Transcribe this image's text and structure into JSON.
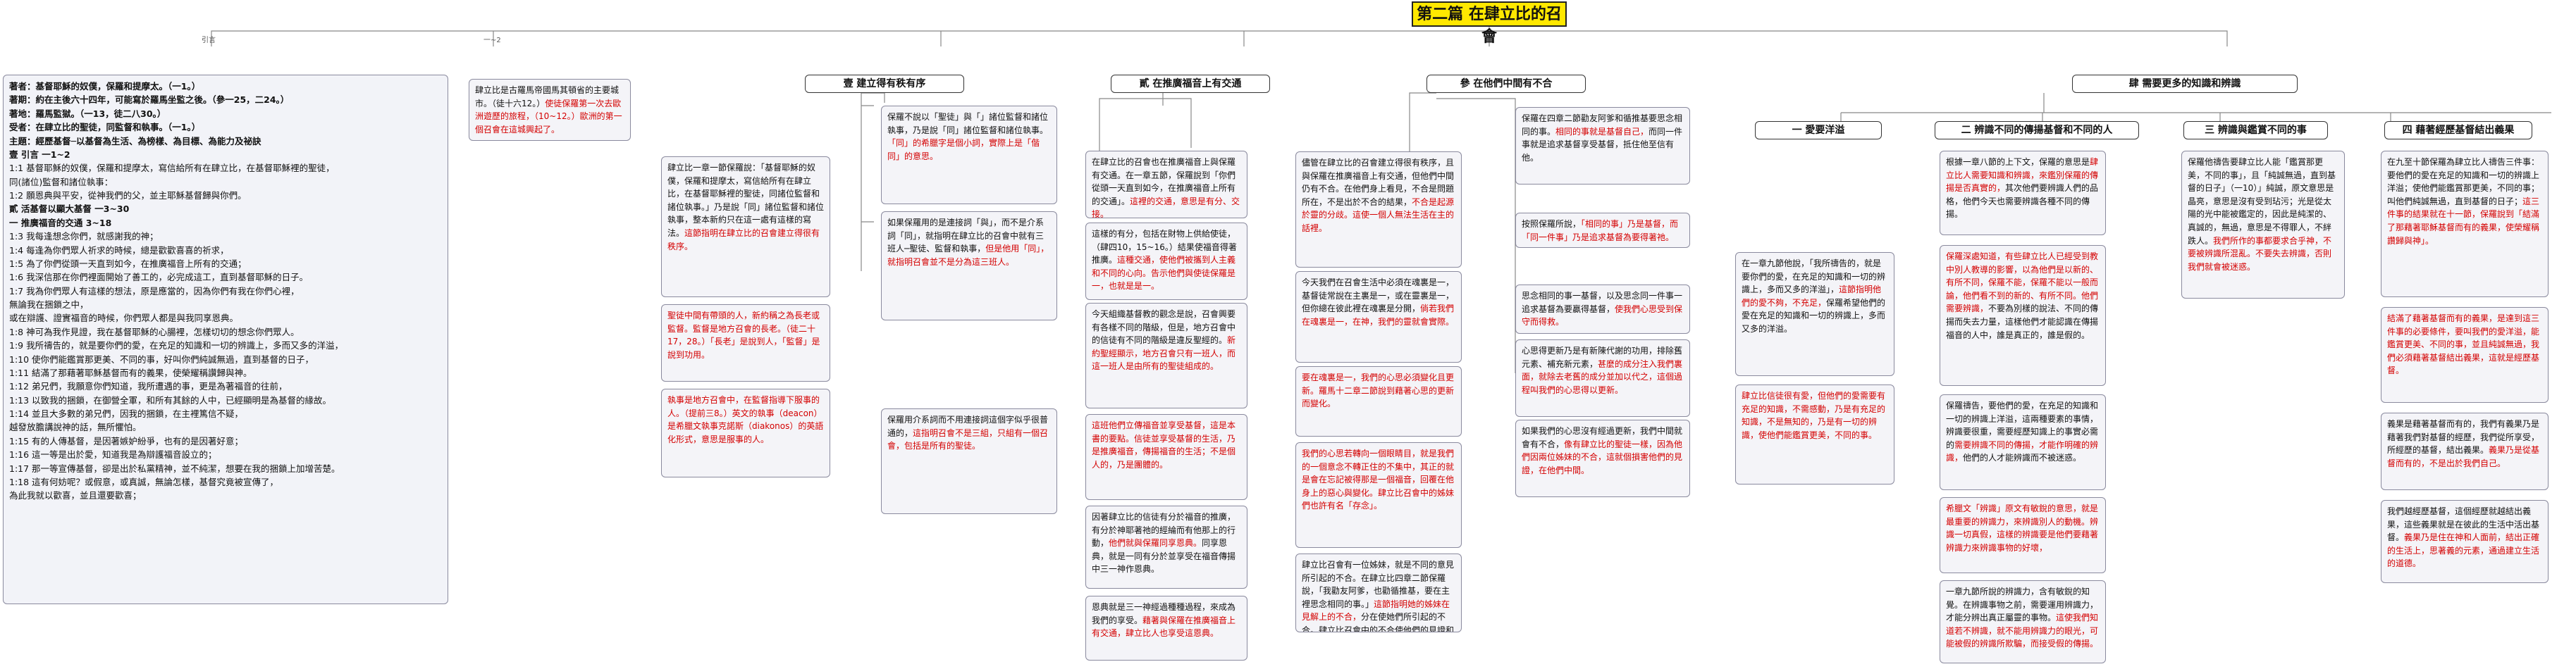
{
  "root_title": "第二篇 在肆立比的召會",
  "edge_labels": {
    "yin": "引言",
    "one_two": "一~2"
  },
  "intro": {
    "head": [
      {
        "k": "著者：",
        "v": "基督耶穌的奴僕，保羅和提摩太。（一1。）"
      },
      {
        "k": "著期：",
        "v": "約在主後六十四年，可能寫於羅馬坐監之後。（參一25，二24。）"
      },
      {
        "k": "著地：",
        "v": "羅馬監獄。（一13，徒二八30。）"
      },
      {
        "k": "受者：",
        "v": "在肆立比的聖徒，同監督和執事。（一1。）"
      },
      {
        "k": "主題：",
        "v": "經歷基督─以基督為生活、為榜樣、為目標、為能力及祕訣"
      }
    ],
    "lines": [
      "壹  引言  一1~2",
      "1:1  基督耶穌的奴僕，保羅和提摩太，寫信給所有在肆立比，在基督耶穌裡的聖徒，",
      "同(諸位)監督和諸位執事：",
      "1:2  願恩典與平安，從神我們的父，並主耶穌基督歸與你們。",
      "貳  活基督以顯大基督  一3~30",
      "一  推廣福音的交通  3~18",
      "1:3  我每逢想念你們，就感謝我的神；",
      "1:4  每逢為你們眾人祈求的時候，總是歡歡喜喜的祈求，",
      "1:5  為了你們從頭一天直到如今，在推廣福音上所有的交通；",
      "1:6  我深信那在你們裡面開始了善工的，必完成這工，直到基督耶穌的日子。",
      "1:7  我為你們眾人有這樣的想法，原是應當的，因為你們有我在你們心裡，",
      "無論我在捆鎖之中，",
      "或在辯護、證實福音的時候，你們眾人都是與我同享恩典。",
      "1:8  神可為我作見證，我在基督耶穌的心腸裡，怎樣切切的想念你們眾人。",
      "1:9  我所禱告的，就是要你們的愛，在充足的知識和一切的辨識上，多而又多的洋溢，",
      "1:10  使你們能鑑賞那更美、不同的事，好叫你們純誠無過，直到基督的日子，",
      "1:11  結滿了那藉著耶穌基督而有的義果，使榮耀稱讚歸與神。",
      "1:12  弟兄們，我願意你們知道，我所遭遇的事，更是為著福音的往前，",
      "1:13  以致我的捆鎖，在御營全軍，和所有其餘的人中，已經顯明是為基督的緣故。",
      "1:14  並且大多數的弟兄們，因我的捆鎖，在主裡篤信不疑，",
      "越發放膽講說神的話，無所懼怕。",
      "1:15  有的人傳基督，是因著嫉妒紛爭，也有的是因著好意；",
      "1:16  這一等是出於愛，知道我是為辯護福音設立的；",
      "1:17  那一等宣傳基督，卻是出於私黨精神，並不純潔，想要在我的捆鎖上加增苦楚。",
      "1:18  這有何妨呢？或假意，或真誠，無論怎樣，基督究竟被宣傳了，",
      "為此我就以歡喜，並且還要歡喜；"
    ]
  },
  "city": [
    {
      "t": "肆立比是古羅馬帝國馬其頓省的主要城市。（徒十六12。）"
    },
    {
      "t": "使徒保羅第一次去歐洲遊歷的旅程，（10~12。）歐洲的第一個召會在這城興起了。",
      "hl": true
    }
  ],
  "branches": [
    {
      "title": "壹  建立得有秩有序",
      "notes": [
        [
          {
            "t": "肆立比一章一節保羅說：「基督耶穌的奴僕，保羅和提摩太，寫信給所有在肆立比，在基督耶穌裡的聖徒，同諸位監督和諸位執事。」乃是說「同」諸位監督和諸位執事，整本新約只在這一處有這樣的寫法。"
          },
          {
            "t": "這節指明在肆立比的召會建立得很有秩序。",
            "hl": true
          }
        ],
        [
          {
            "t": "聖徒中間有帶頭的人，新約稱之為長老或監督。監督是地方召會的長老。（徒二十17，28。）「長老」是說到人，「監督」是說到功用。",
            "hl": true
          }
        ],
        [
          {
            "t": "執事是地方召會中，在監督指導下服事的人。（提前三8。）英文的執事（deacon）是希臘文執事克諾斯（diakonos）的英語化形式，意思是服事的人。",
            "hl": true
          }
        ]
      ],
      "notes_b": [
        [
          {
            "t": "保羅不說以「聖徒」與「」諸位監督和諸位執事，乃是說「同」諸位監督和諸位執事。"
          },
          {
            "t": "「同」的希臘字是個小詞，",
            "hl": true
          },
          {
            "t": "實際上是「偕同」的意思。",
            "hl": true
          }
        ],
        [
          {
            "t": "如果保羅用的是連接詞「與」，而不是介系詞「同」，就指明在肆立比的召會中就有三班人─聖徒、監督和執事，"
          },
          {
            "t": "但是他用「同」，就指明召會並不是分為這三班人。",
            "hl": true
          }
        ]
      ]
    },
    {
      "title": "貳  在推廣福音上有交通",
      "notes": [
        [
          {
            "t": "在肆立比的召會也在推廣福音上與保羅有交通。在一章五節，保羅說到「你們從頭一天直到如今，在推廣福音上所有的交通」。"
          },
          {
            "t": "這裡的交通，意思是有分、交接。",
            "hl": true
          }
        ],
        [
          {
            "t": "這樣的有分，包括在財物上供給使徒，（肆四10，15~16。）結果使福音得著推廣。"
          },
          {
            "t": "這種交通，使他們被攜到人主義和不同的心向。",
            "hl": true
          },
          {
            "t": "告示他們與使徒保羅是一，也就是是一。",
            "hl": true
          }
        ],
        [
          {
            "t": "今天組織基督教的觀念是說，召會興要有各樣不同的階級，但是，地方召會中的信徒有不同的階級是違反聖經的。"
          },
          {
            "t": "新約聖經顯示，地方召會只有一班人，而這一班人是由所有的聖徒組成的。",
            "hl": true
          }
        ],
        [
          {
            "t": "這班他們立傳福音並享受基督，這是本書的要點。信徒並享受基督的生活，乃是推廣福音，傳揚福音的生活；不是個人的，乃是團體的。",
            "hl": true
          }
        ],
        [
          {
            "t": "因著肆立比的信徒有分於福音的推廣，有分於神耶著祂的經綸而有他那上的行動，"
          },
          {
            "t": "他們就與保羅同享恩典。",
            "hl": true
          },
          {
            "t": "同享恩典，就是一同有分於並享受在福音傳揚中三一神作恩典。"
          }
        ],
        [
          {
            "t": "恩典就是三一神經過種種過程，來成為我們的享受。"
          },
          {
            "t": "藉著與保羅在推廣福音上有交通，肆立比人也享受這恩典。",
            "hl": true
          }
        ]
      ],
      "notes_b": [
        [
          {
            "t": "保羅用介系詞而不用連接詞這個字似乎很普通的，"
          },
          {
            "t": "這指明召會不是三組，只組有一個召會，包括是所有的聖徒。",
            "hl": true
          }
        ]
      ]
    },
    {
      "title": "參  在他們中間有不合",
      "notes": [
        [
          {
            "t": "儘管在肆立比的召會建立得很有秩序，且與保羅在推廣福音上有交通，但他們中間仍有不合。在他們身上看見，不合是問題所在，不是出於不合的結果，"
          },
          {
            "t": "不合是起源於靈的分歧。這使一個人無法生活在主的話裡。",
            "hl": true
          }
        ],
        [
          {
            "t": "今天我們在召會生活中必須在魂裏是一，基督徒常說在主裏是一，或在靈裏是一，但你總在彼此裡在魂裏是分開，"
          },
          {
            "t": "倘若我們在魂裏是一，在神，我們的靈就會實際。",
            "hl": true
          }
        ],
        [
          {
            "t": "要在魂裏是一，我們的心思必須變化且更新。羅馬十二章二節說到藉著心思的更新而變化。",
            "hl": true
          }
        ],
        [
          {
            "t": "我們的心思若轉向一個眼睛目，就是我們的一個意念不轉正住的不集中，其正的就是會在忘記被得那是一個福音，回覆在他身上的惡心與變化。",
            "hl": true
          },
          {
            "t": "肆立比召會中的姊妹們也許有名「存念」。",
            "hl": true
          }
        ],
        [
          {
            "t": "肆立比召會有一位姊妹，就是不同的意見所引起的不合。在肆立比四章二節保羅說，「我勸友阿爹，也勸循推基，要在主裡思念相同的事。」"
          },
          {
            "t": "這節指明她的姊妹在見解上的不合，",
            "hl": true
          },
          {
            "t": "分在使她們所引起的不合。肆立比召會中的不合使他們的見證和傳福音受了虧損。"
          }
        ]
      ],
      "notes_b": [
        [
          {
            "t": "保羅在四章二節勸友阿爹和循推基要思念相同的事。"
          },
          {
            "t": "相同的事就是基督自己，",
            "hl": true
          },
          {
            "t": "而同一件事就是追求基督享受基督，抵住他至信有他。"
          }
        ],
        [
          {
            "t": "按照保羅所說，"
          },
          {
            "t": "「相同的事」乃是基督，而「同一件事」乃是追求基督為要得著祂。",
            "hl": true
          }
        ],
        [
          {
            "t": "思念相同的事一基督，以及思念同一件事一追求基督為要贏得基督，"
          },
          {
            "t": "使我們心思受到保守而得救。",
            "hl": true
          }
        ],
        [
          {
            "t": "心思得更新乃是有新陳代謝的功用，排除舊元素、補充新元素，"
          },
          {
            "t": "甚麼的成分注入我們裏面，就除去老舊的成分並加以代之，這個過程叫我們的心思得以更新。",
            "hl": true
          }
        ],
        [
          {
            "t": "如果我們的心思沒有經過更新，我們中間就會有不合，"
          },
          {
            "t": "像有肆立比的聖徒一樣，因為他們因兩位姊妹的不合，這就個損害他們的見證，在他們中間。",
            "hl": true
          }
        ]
      ]
    },
    {
      "title": "肆  需要更多的知識和辨識",
      "subs": [
        {
          "title": "一  愛要洋溢",
          "notes": [
            [
              {
                "t": "在一章九節他說，「我所禱告的，就是要你們的愛，在充足的知識和一切的辨識上，多而又多的洋溢」，"
              },
              {
                "t": "這節指明他們的愛不夠，不充足，",
                "hl": true
              },
              {
                "t": "保羅希望他們的愛在充足的知識和一切的辨識上，多而又多的洋溢。"
              }
            ],
            [
              {
                "t": "肆立比信徒很有愛，但他們的愛需要有充足的知識，不需感動，乃是有充足的知識，不是無知的，乃是有一切的辨識，使他們能鑑賞更美，不同的事。",
                "hl": true
              }
            ]
          ]
        },
        {
          "title": "二  辨識不同的傳揚基督和不同的人",
          "notes": [
            [
              {
                "t": "根據一章八節的上下文，保羅的意思是"
              },
              {
                "t": "肆立比人需要知識和辨識，來鑑別保羅的傳揚是否真實的，",
                "hl": true
              },
              {
                "t": "其次他們要辨識人們的品格，他們今天也需要辨識各種不同的傳揚。"
              }
            ],
            [
              {
                "t": "保羅深處知道，有些肆立比人已經受到教中別人教導的影響，以為他們是以新的、有所不同，保羅不能，保羅不能以一般而論，他們看不到的新的、有所不同。他們需要辨識，",
                "hl": true
              },
              {
                "t": "不要為別樣的說法、不同的傳揚而失去力量，這樣他們才能認識在傳揚福音的人中，誰是真正的，誰是假的。"
              }
            ],
            [
              {
                "t": "保羅禱告，要他們的愛，在充足的知識和一切的辨識上洋溢，這兩種要素的事情，辨識要很重，需要經歷知識上的事實必需的"
              },
              {
                "t": "需要辨識不同的傳揚，才能作明確的辨識，",
                "hl": true
              },
              {
                "t": "他們的人才能辨識而不被迷惑。"
              }
            ],
            [
              {
                "t": "希臘文「辨識」原文有敏銳的意思，就是最重要的辨識力，來辨識別人的動機。",
                "hl": true
              },
              {
                "t": "辨識一切真假，這樣的辨識要是他們要藉著辨識力來辨識事物的好壞，",
                "hl": true
              }
            ],
            [
              {
                "t": "一章九節所說的辨識力，含有敏銳的知覺。在辨識事物之前，需要運用辨識力，才能分辨出真正屬靈的事物。"
              },
              {
                "t": "這使我們知道若不辨識，就不能用辨識力的眼光，",
                "hl": true
              },
              {
                "t": "可能被假的辨識所欺騙，而接受假的傳揚。",
                "hl": true
              }
            ]
          ]
        },
        {
          "title": "三  辨識與鑑賞不同的事",
          "notes": [
            [
              {
                "t": "保羅他禱告要肆立比人能「鑑賞那更美，不同的事」，且「純誠無過，直到基督的日子」（一10）」純誠，原文意思是晶亮，意思是沒有受到玷污；光是從太陽的光中能被鑑定的，因此是純潔的、真誠的，無過，意思是不得罪人，不絆跌人。"
              },
              {
                "t": "我們所作的事都要求合乎神，不要被辨識所混亂。",
                "hl": true
              },
              {
                "t": "不要失去辨識，否則我們就會被迷惑。",
                "hl": true
              }
            ]
          ]
        },
        {
          "title": "四  藉著經歷基督結出義果",
          "notes": [
            [
              {
                "t": "在九至十節保羅為肆立比人禱告三件事：要他們的愛在充足的知識和一切的辨識上洋溢；使他們能鑑賞那更美，不同的事；叫他們純誠無過，直到基督的日子；"
              },
              {
                "t": "這三件事的結果就在十一節，保羅說到「結滿了那藉著耶穌基督而有的義果，使榮耀稱讚歸與神」。",
                "hl": true
              }
            ],
            [
              {
                "t": "結滿了藉著基督而有的義果，是達到這三件事的必要條件，要叫我們的愛洋溢，能鑑賞更美、不同的事，並且純誠無過，我們必須藉著基督結出義果，這就是經歷基督。",
                "hl": true
              }
            ],
            [
              {
                "t": "義果是藉著基督而有的，我們有義果乃是藉著我們對基督的經歷，我們從所享受，所經歷的基督，結出義果。"
              },
              {
                "t": "義果乃是從基督而有的，不是出於我們自己。",
                "hl": true
              }
            ],
            [
              {
                "t": "我們越經歷基督，這個經歷就越結出義果，這些義果就是在彼此的生活中活出基督。"
              },
              {
                "t": "義果乃是住在神和人面前，結出正確的生活上，思著義的元素，通過建立生活的道德。",
                "hl": true
              }
            ]
          ]
        }
      ]
    }
  ]
}
